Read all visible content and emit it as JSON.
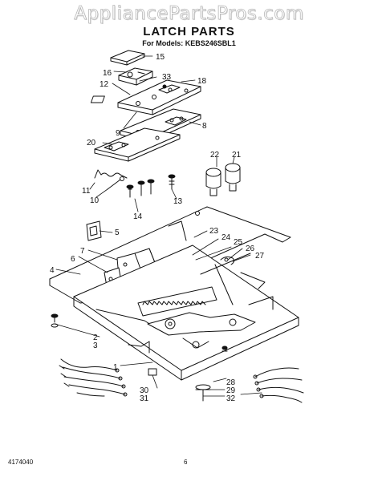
{
  "watermark": "AppliancePartsPros.com",
  "title": "LATCH PARTS",
  "subtitle": "For Models: KEBS246SBL1",
  "footer": {
    "left": "4174040",
    "center": "6"
  },
  "callouts": [
    "15",
    "16",
    "33",
    "18",
    "12",
    "9",
    "8",
    "20",
    "22",
    "21",
    "11",
    "10",
    "14",
    "13",
    "5",
    "23",
    "24",
    "25",
    "26",
    "27",
    "7",
    "6",
    "4",
    "2",
    "3",
    "1",
    "28",
    "29",
    "32",
    "30",
    "31"
  ]
}
